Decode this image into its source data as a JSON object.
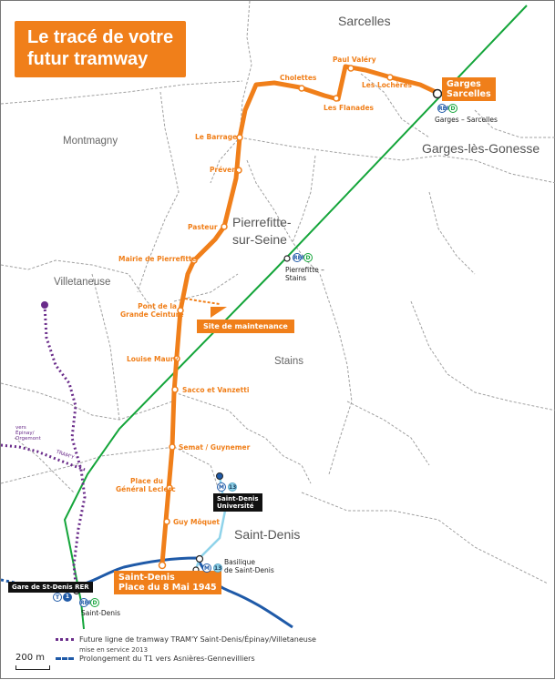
{
  "title": {
    "line1": "Le tracé de votre",
    "line2": "futur tramway"
  },
  "communes": {
    "sarcelles": "Sarcelles",
    "garges": "Garges-lès-Gonesse",
    "montmagny": "Montmagny",
    "pierrefitte_1": "Pierrefitte-",
    "pierrefitte_2": "sur-Seine",
    "villetaneuse": "Villetaneuse",
    "stains": "Stains",
    "saint_denis": "Saint-Denis"
  },
  "stops": {
    "cholettes": "Cholettes",
    "paul_valery": "Paul Valéry",
    "les_flanades": "Les Flanades",
    "les_locheres": "Les Lochères",
    "le_barrage": "Le Barrage",
    "prevert": "Prévert",
    "pasteur": "Pasteur",
    "mairie_pierrefitte": "Mairie de Pierrefitte",
    "pont_gc_1": "Pont de la",
    "pont_gc_2": "Grande Ceinture",
    "louise_maury": "Louise Maury",
    "sacco_vanzetti": "Sacco et Vanzetti",
    "semat_guynemer": "Semat / Guynemer",
    "place_gl_1": "Place du",
    "place_gl_2": "Général Leclerc",
    "guy_moquet": "Guy Môquet"
  },
  "terminals": {
    "garges_1": "Garges",
    "garges_2": "Sarcelles",
    "saint_denis_1": "Saint-Denis",
    "saint_denis_2": "Place du 8 Mai 1945"
  },
  "site_maintenance": "Site de maintenance",
  "stations": {
    "garges_sarcelles": "Garges – Sarcelles",
    "pierrefitte_stains_1": "Pierrefitte –",
    "pierrefitte_stains_2": "Stains",
    "sd_universite_1": "Saint-Denis",
    "sd_universite_2": "Université",
    "basilique_1": "Basilique",
    "basilique_2": "de Saint-Denis",
    "gare_sd": "Gare de St-Denis RER",
    "saint_denis": "Saint-Denis"
  },
  "icons": {
    "rer": "RER",
    "d": "D",
    "m": "M",
    "n13": "13",
    "t": "T",
    "n1": "1"
  },
  "vers": {
    "line1": "vers",
    "line2": "Épinay/",
    "line3": "Orgemont",
    "tramy": "TRAM'Y"
  },
  "legend": {
    "purple_label": "Future ligne de tramway TRAM'Y Saint-Denis/Épinay/Villetaneuse",
    "purple_sub": "mise en service 2013",
    "blue_label": "Prolongement du T1 vers Asnières-Gennevilliers"
  },
  "scale": "200 m",
  "colors": {
    "tram": "#f07f1a",
    "rer_d": "#14a53a",
    "t1": "#1f5aa8",
    "metro13": "#8fd3ea",
    "tramy": "#6a2c8a",
    "borders": "#9a9a9a"
  }
}
